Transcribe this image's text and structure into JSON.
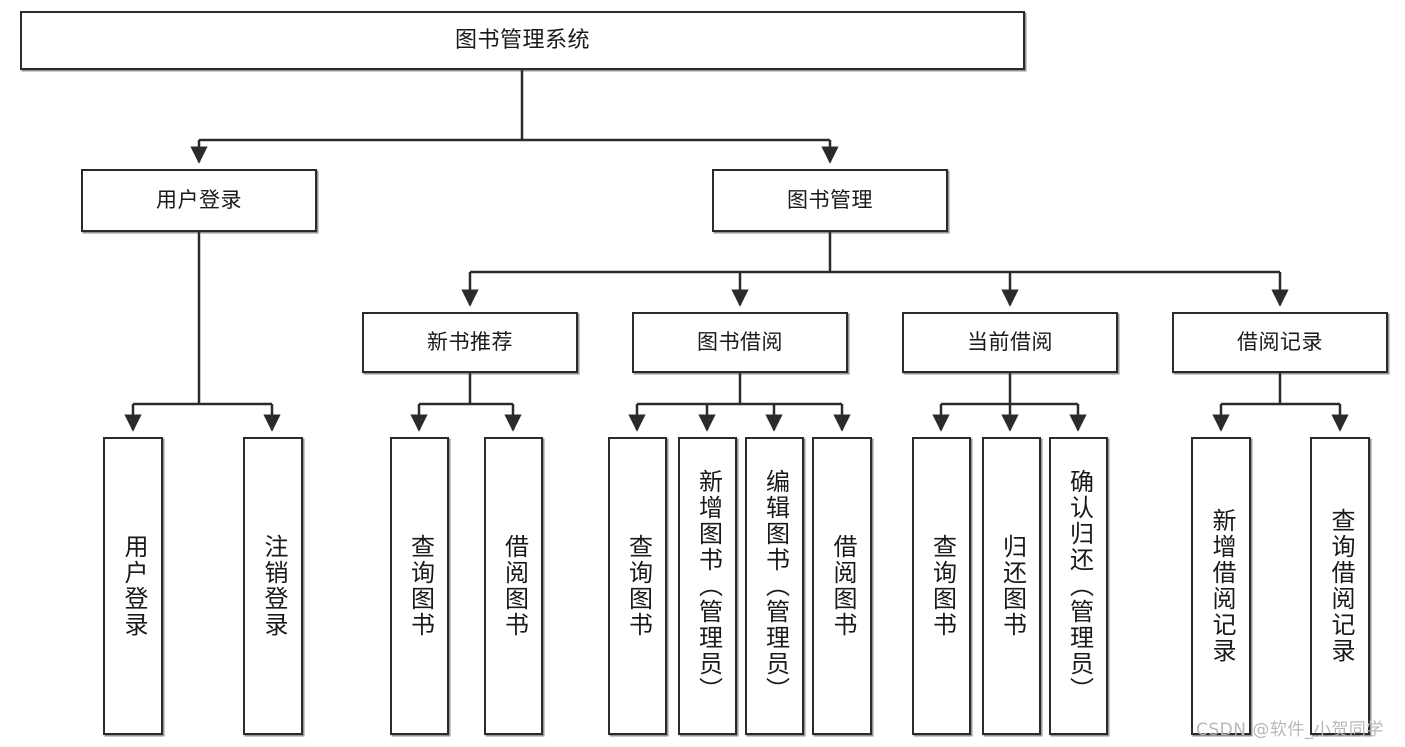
{
  "diagram": {
    "title": "图书管理系统",
    "type": "tree-hierarchy-chart",
    "watermark": "CSDN @软件_小贺同学",
    "colors": {
      "stroke": "#2b2b2b",
      "fill": "#ffffff",
      "text": "#1a1a1a",
      "watermark": "#b8b8b8"
    },
    "root": {
      "label": "图书管理系统"
    },
    "level2": [
      {
        "id": "user-login",
        "label": "用户登录"
      },
      {
        "id": "book-manage",
        "label": "图书管理"
      }
    ],
    "level3": [
      {
        "id": "new-book-rec",
        "label": "新书推荐"
      },
      {
        "id": "book-borrow",
        "label": "图书借阅"
      },
      {
        "id": "current-borrow",
        "label": "当前借阅"
      },
      {
        "id": "borrow-record",
        "label": "借阅记录"
      }
    ],
    "leaves": [
      {
        "id": "leaf-user-login",
        "label": "用户登录",
        "parent": "user-login"
      },
      {
        "id": "leaf-user-logout",
        "label": "注销登录",
        "parent": "user-login"
      },
      {
        "id": "leaf-query-book-1",
        "label": "查询图书",
        "parent": "new-book-rec"
      },
      {
        "id": "leaf-borrow-book-1",
        "label": "借阅图书",
        "parent": "new-book-rec"
      },
      {
        "id": "leaf-query-book-2",
        "label": "查询图书",
        "parent": "book-borrow"
      },
      {
        "id": "leaf-add-book",
        "label": "新增图书（管理员）",
        "parent": "book-borrow"
      },
      {
        "id": "leaf-edit-book",
        "label": "编辑图书（管理员）",
        "parent": "book-borrow"
      },
      {
        "id": "leaf-borrow-book-2",
        "label": "借阅图书",
        "parent": "book-borrow"
      },
      {
        "id": "leaf-query-book-3",
        "label": "查询图书",
        "parent": "current-borrow"
      },
      {
        "id": "leaf-return-book",
        "label": "归还图书",
        "parent": "current-borrow"
      },
      {
        "id": "leaf-confirm-return",
        "label": "确认归还（管理员）",
        "parent": "current-borrow"
      },
      {
        "id": "leaf-add-record",
        "label": "新增借阅记录",
        "parent": "borrow-record"
      },
      {
        "id": "leaf-query-record",
        "label": "查询借阅记录",
        "parent": "borrow-record"
      }
    ]
  }
}
